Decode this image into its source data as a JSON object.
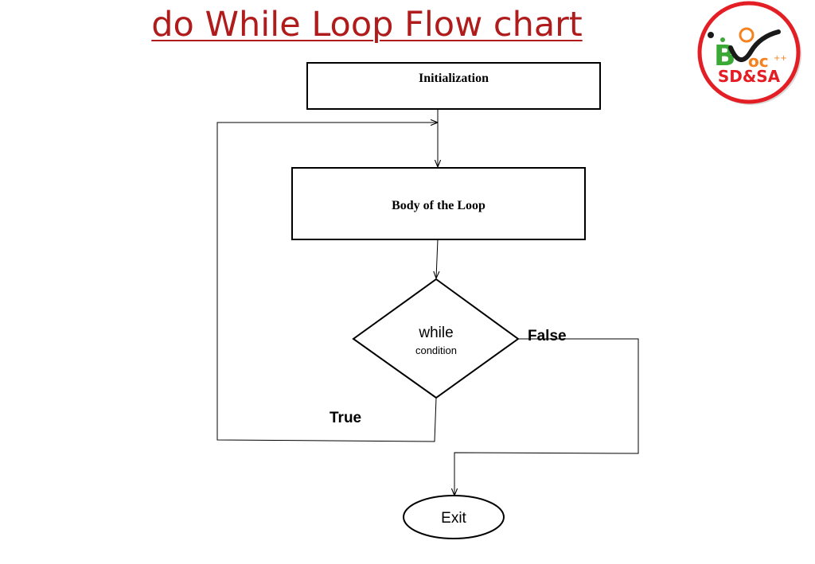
{
  "title": "do While Loop Flow chart",
  "logo": {
    "text": "SD&SA",
    "icon": "bvoc-logo-icon"
  },
  "nodes": {
    "initialization": "Initialization",
    "body": "Body of the Loop",
    "condition_line1": "while",
    "condition_line2": "condition",
    "exit": "Exit"
  },
  "edges": {
    "false_label": "False",
    "true_label": "True"
  },
  "colors": {
    "title": "#b01c1c",
    "logo_ring": "#e31e24",
    "logo_green": "#3aa935",
    "logo_orange": "#f5821f",
    "line": "#000000"
  }
}
